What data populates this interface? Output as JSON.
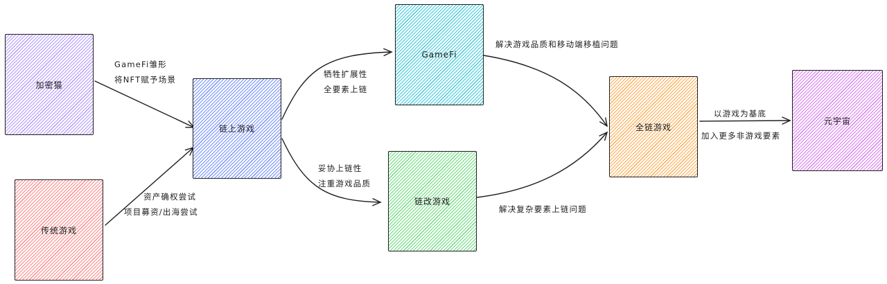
{
  "nodes": {
    "cryptokitties": {
      "label": "加密猫",
      "color": "#b197fc"
    },
    "traditional_games": {
      "label": "传统游戏",
      "color": "#ff8787"
    },
    "onchain_games": {
      "label": "链上游戏",
      "color": "#748ffc"
    },
    "gamefi": {
      "label": "GameFi",
      "color": "#3bc9db"
    },
    "chain_reform_games": {
      "label": "链改游戏",
      "color": "#69db7c"
    },
    "fully_onchain_games": {
      "label": "全链游戏",
      "color": "#ffa94d"
    },
    "metaverse": {
      "label": "元宇宙",
      "color": "#da77f2"
    }
  },
  "edges": {
    "cryptokitties_to_onchain": {
      "lines": [
        "GameFi雏形",
        "将NFT赋予场景"
      ]
    },
    "traditional_to_onchain": {
      "lines": [
        "资产确权尝试",
        "项目募资/出海尝试"
      ]
    },
    "onchain_to_gamefi": {
      "lines": [
        "牺牲扩展性",
        "全要素上链"
      ]
    },
    "onchain_to_chain_reform": {
      "lines": [
        "妥协上链性",
        "注重游戏品质"
      ]
    },
    "gamefi_to_fully_onchain": {
      "lines": [
        "解决游戏品质和移动端移植问题"
      ]
    },
    "chain_reform_to_fully_onchain": {
      "lines": [
        "解决复杂要素上链问题"
      ]
    },
    "fully_onchain_to_metaverse": {
      "lines": [
        "以游戏为基底",
        "加入更多非游戏要素"
      ]
    }
  },
  "colors": {
    "stroke": "#1e1e1e"
  }
}
